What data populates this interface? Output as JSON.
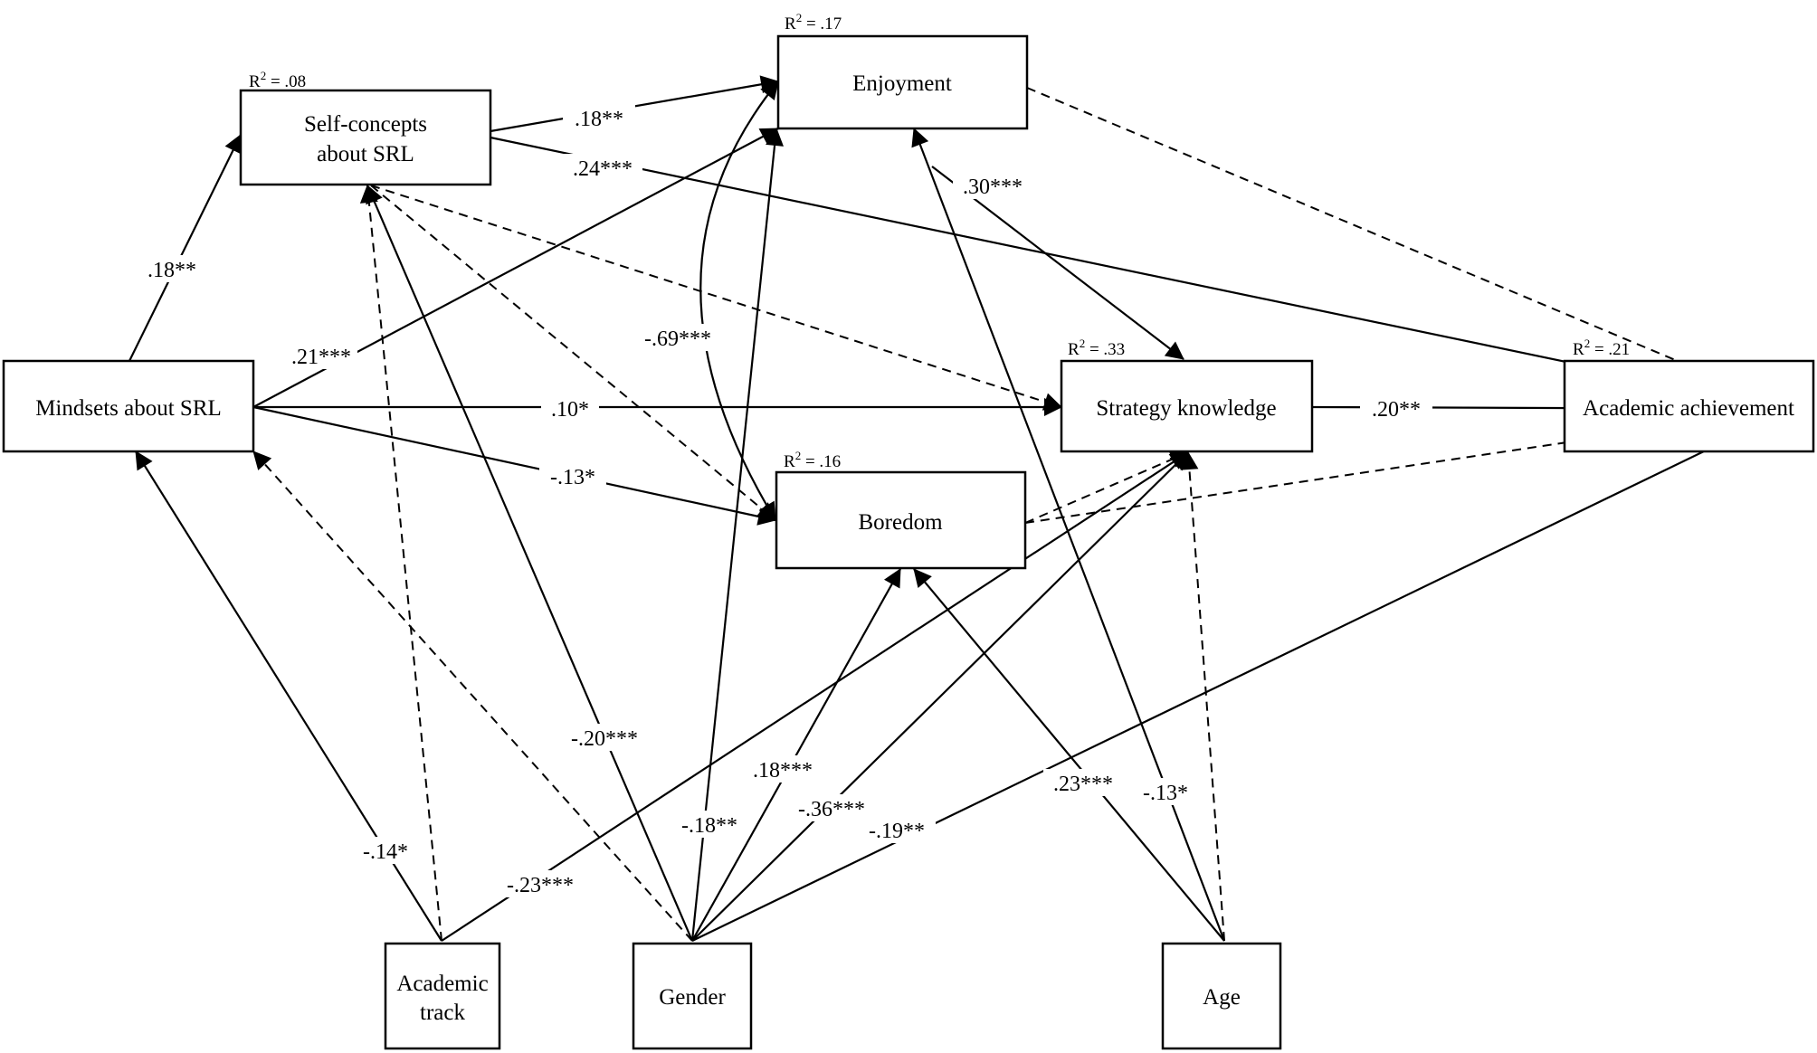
{
  "nodes": {
    "mindsets": {
      "line1": "Mindsets about SRL"
    },
    "selfconcepts": {
      "line1": "Self-concepts",
      "line2": "about SRL",
      "r2": ".08"
    },
    "enjoyment": {
      "line1": "Enjoyment",
      "r2": ".17"
    },
    "boredom": {
      "line1": "Boredom",
      "r2": ".16"
    },
    "strategy": {
      "line1": "Strategy knowledge",
      "r2": ".33"
    },
    "achievement": {
      "line1": "Academic achievement",
      "r2": ".21"
    },
    "academic_track": {
      "line1": "Academic",
      "line2": "track"
    },
    "gender": {
      "line1": "Gender"
    },
    "age": {
      "line1": "Age"
    }
  },
  "r2_label": "R",
  "r2_exp": "2",
  "r2_eq": " = ",
  "coefficients": {
    "mind_self": ".18**",
    "mind_enj": ".21***",
    "mind_strat": ".10*",
    "mind_bor": "-.13*",
    "self_enj": ".18**",
    "self_ach": ".24***",
    "enj_strat": ".30***",
    "enj_bor": "-.69***",
    "strat_ach": ".20**",
    "track_mind": "-.14*",
    "track_strat": "-.23***",
    "gender_self": "-.20***",
    "gender_enj": "-.18**",
    "gender_bor": ".18***",
    "gender_strat": "-.36***",
    "gender_ach": "-.19**",
    "age_bor": ".23***",
    "age_enj": "-.13*"
  }
}
